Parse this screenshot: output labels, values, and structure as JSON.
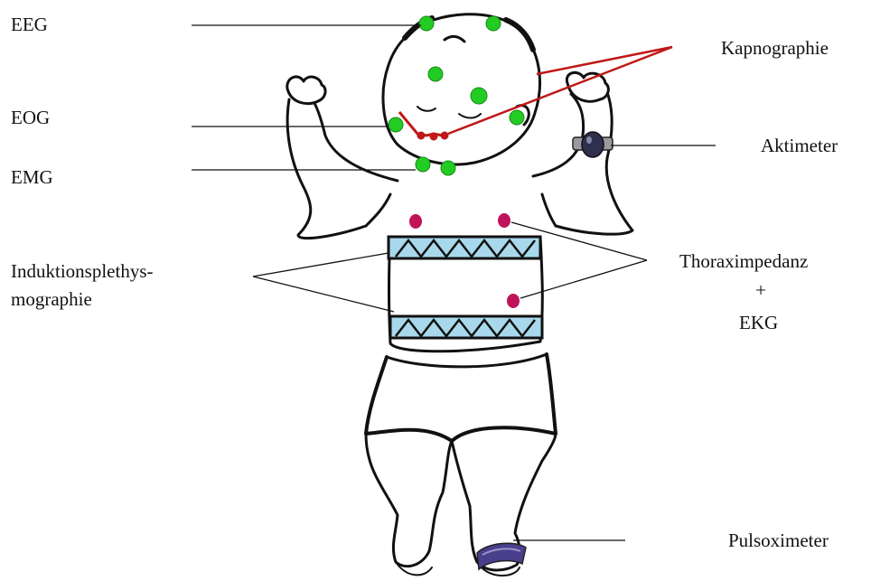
{
  "labels": {
    "eeg": "EEG",
    "eog": "EOG",
    "emg": "EMG",
    "induktion_1": "Induktionsplethys-",
    "induktion_2": "mographie",
    "kapnographie": "Kapnographie",
    "aktimeter": "Aktimeter",
    "thorax_1": "Thoraximpedanz",
    "thorax_plus": "+",
    "thorax_ekg": "EKG",
    "pulsoximeter": "Pulsoximeter"
  },
  "colors": {
    "electrode_eeg": "#22cc22",
    "electrode_ekg": "#c0145a",
    "capnography_line": "#c01818",
    "belt_fill": "#a8d8ec",
    "pulse_band": "#4a3f8c",
    "actimeter": "#3a3a5a",
    "outline": "#111111"
  }
}
